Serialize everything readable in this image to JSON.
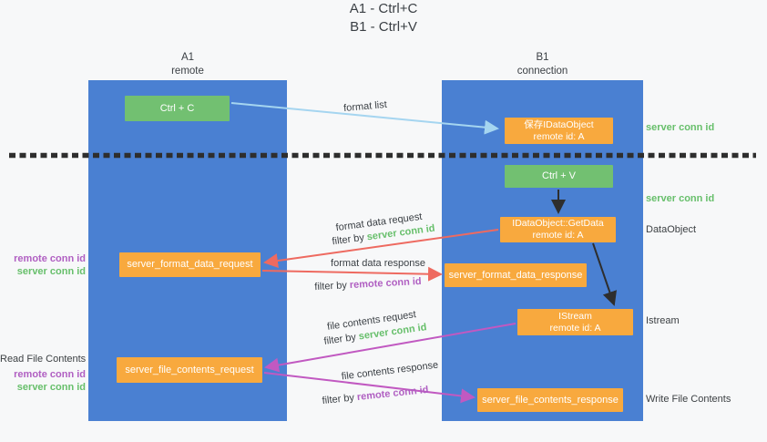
{
  "title": {
    "line1": "A1 - Ctrl+C",
    "line2": "B1 - Ctrl+V"
  },
  "lifelines": {
    "a1": {
      "name": "A1",
      "role": "remote"
    },
    "b1": {
      "name": "B1",
      "role": "connection"
    }
  },
  "boxes": {
    "ctrl_c": {
      "label": "Ctrl + C"
    },
    "save_idataobject": {
      "line1": "保存IDataObject",
      "line2": "remote id: A"
    },
    "ctrl_v": {
      "label": "Ctrl + V"
    },
    "getdata": {
      "line1": "IDataObject::GetData",
      "line2": "remote id: A"
    },
    "format_request": {
      "label": "server_format_data_request"
    },
    "format_response": {
      "label": "server_format_data_response"
    },
    "istream": {
      "line1": "IStream",
      "line2": "remote id: A"
    },
    "file_request": {
      "label": "server_file_contents_request"
    },
    "file_response": {
      "label": "server_file_contents_response"
    }
  },
  "arrow_labels": {
    "format_list": "format list",
    "format_data_request": "format data request",
    "format_data_response": "format data response",
    "file_contents_request": "file contents request",
    "file_contents_response": "file contents response",
    "filter_by": "filter by",
    "server_conn_id": "server conn id",
    "remote_conn_id": "remote conn id"
  },
  "left_annotations": {
    "format_remote_conn": "remote conn id",
    "format_server_conn": "server conn id",
    "read_file": "Read File Contents",
    "file_remote_conn": "remote conn id",
    "file_server_conn": "server conn id"
  },
  "right_annotations": {
    "save_server_conn": "server conn id",
    "paste_server_conn": "server conn id",
    "dataobject": "DataObject",
    "istream": "Istream",
    "write_file": "Write File Contents"
  },
  "colors": {
    "column_blue": "#4a80d2",
    "box_green": "#72c071",
    "box_orange": "#f8a93e",
    "text_green": "#67bf6b",
    "text_purple": "#b05fc2",
    "arrow_blue": "#a5d5f0",
    "arrow_red": "#ee6a60",
    "arrow_magenta": "#c159c1",
    "arrow_black": "#2e2e2e"
  }
}
